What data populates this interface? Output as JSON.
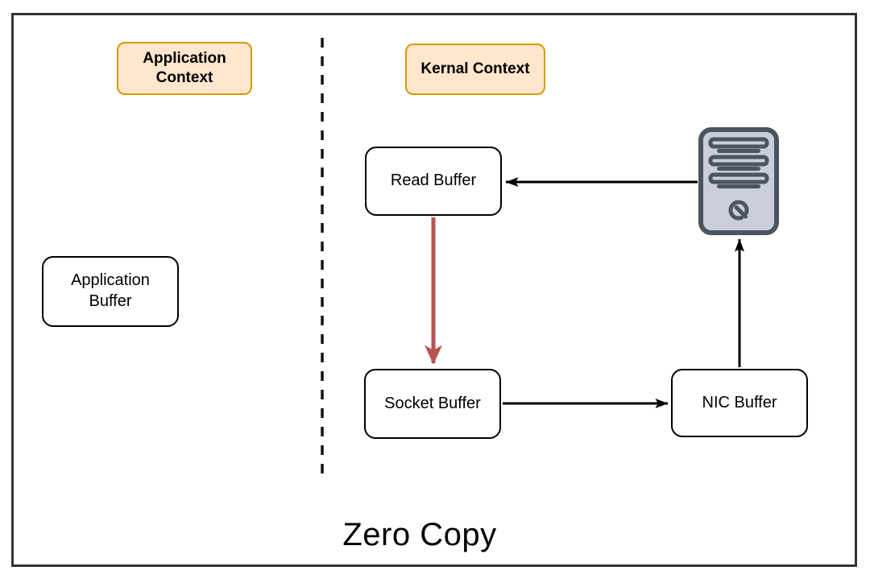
{
  "diagram": {
    "title": "Zero Copy",
    "contexts": {
      "application": {
        "label": "Application Context"
      },
      "kernal": {
        "label": "Kernal Context"
      }
    },
    "nodes": {
      "application_buffer": {
        "label": "Application Buffer",
        "context": "application"
      },
      "read_buffer": {
        "label": "Read Buffer",
        "context": "kernal"
      },
      "socket_buffer": {
        "label": "Socket Buffer",
        "context": "kernal"
      },
      "nic_buffer": {
        "label": "NIC Buffer",
        "context": "kernal"
      },
      "server": {
        "icon": "server-icon",
        "context": "kernal"
      }
    },
    "edges": [
      {
        "from": "server",
        "to": "read_buffer",
        "color": "#000000",
        "style": "solid-thin"
      },
      {
        "from": "read_buffer",
        "to": "socket_buffer",
        "color": "#B85450",
        "style": "solid-thick-copy"
      },
      {
        "from": "socket_buffer",
        "to": "nic_buffer",
        "color": "#000000",
        "style": "solid-thin"
      },
      {
        "from": "nic_buffer",
        "to": "server",
        "color": "#000000",
        "style": "solid-thin"
      }
    ],
    "divider": {
      "style": "dashed-vertical",
      "separates": [
        "Application Context",
        "Kernal Context"
      ]
    },
    "colors": {
      "context_fill": "#FFE6CC",
      "context_border": "#D79B00",
      "node_fill": "#FFFFFF",
      "node_border": "#000000",
      "copy_arrow": "#B85450",
      "server_fill": "#C9CED8",
      "server_stroke": "#4C545E",
      "frame_border": "#333333"
    }
  }
}
